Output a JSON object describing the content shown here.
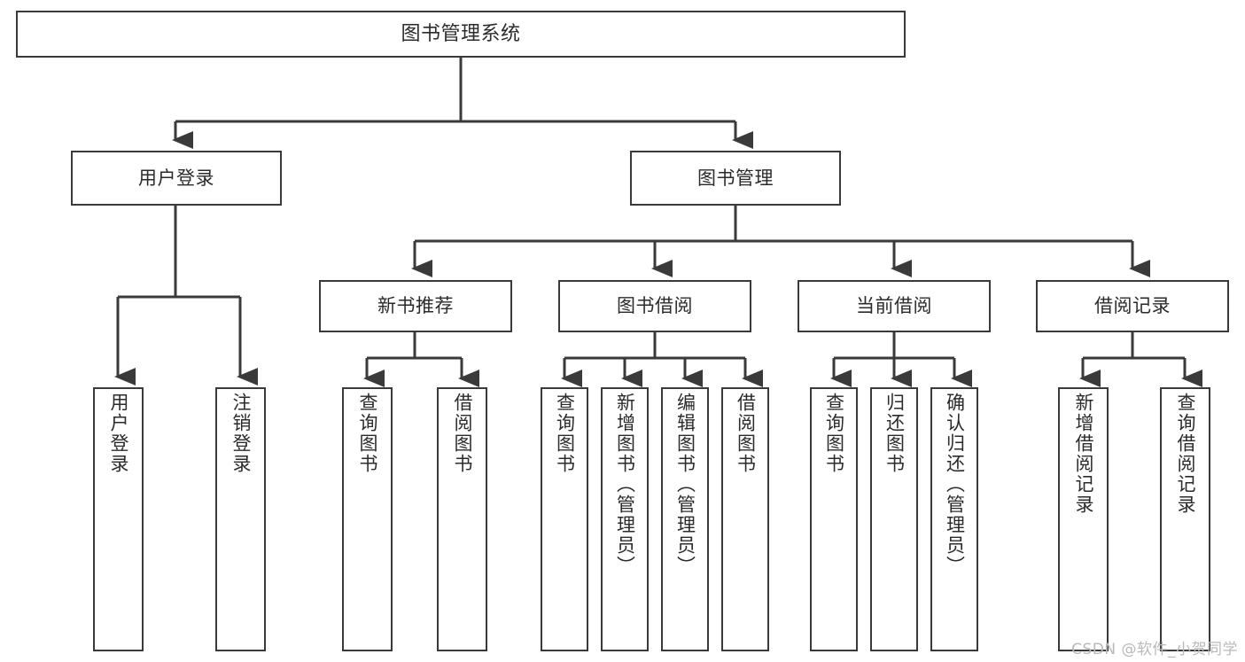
{
  "diagram": {
    "title": "图书管理系统",
    "watermark": "CSDN @软件_小贺同学",
    "colors": {
      "stroke": "#3a3a3a",
      "fill": "#ffffff",
      "text": "#2b2b2b",
      "watermark": "#b9b9b9"
    },
    "nodes": {
      "root": {
        "label": "图书管理系统"
      },
      "level2": [
        {
          "label": "用户登录"
        },
        {
          "label": "图书管理"
        }
      ],
      "level3": [
        {
          "label": "新书推荐"
        },
        {
          "label": "图书借阅"
        },
        {
          "label": "当前借阅"
        },
        {
          "label": "借阅记录"
        }
      ],
      "leaves": {
        "user_login": [
          {
            "label": "用户登录"
          },
          {
            "label": "注销登录"
          }
        ],
        "new_book": [
          {
            "label": "查询图书"
          },
          {
            "label": "借阅图书"
          }
        ],
        "book_borrow": [
          {
            "label": "查询图书"
          },
          {
            "label": "新增图书（管理员）"
          },
          {
            "label": "编辑图书（管理员）"
          },
          {
            "label": "借阅图书"
          }
        ],
        "current_borrow": [
          {
            "label": "查询图书"
          },
          {
            "label": "归还图书"
          },
          {
            "label": "确认归还（管理员）"
          }
        ],
        "borrow_record": [
          {
            "label": "新增借阅记录"
          },
          {
            "label": "查询借阅记录"
          }
        ]
      }
    }
  }
}
